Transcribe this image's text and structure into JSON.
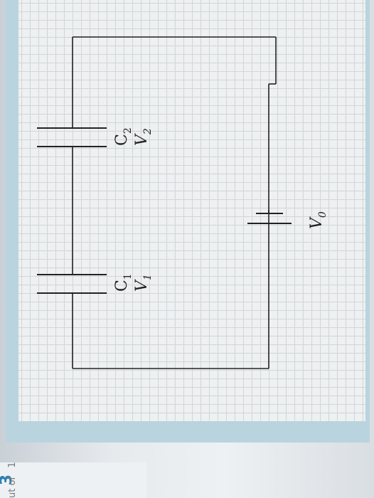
{
  "diagram": {
    "capacitor_1": {
      "label": "C",
      "label_sub": "1",
      "voltage": "V",
      "voltage_sub": "1"
    },
    "capacitor_2": {
      "label": "C",
      "label_sub": "2",
      "voltage": "V",
      "voltage_sub": "2"
    },
    "battery": {
      "label": "V",
      "label_sub": "0"
    }
  },
  "side_panel": {
    "question_number": "3",
    "partial_text": "ut of",
    "partial_text_2": "1"
  },
  "colors": {
    "wire": "#222222",
    "accent": "#2b7fb7",
    "paper": "#eef0f1",
    "frame": "#b9d4df"
  }
}
